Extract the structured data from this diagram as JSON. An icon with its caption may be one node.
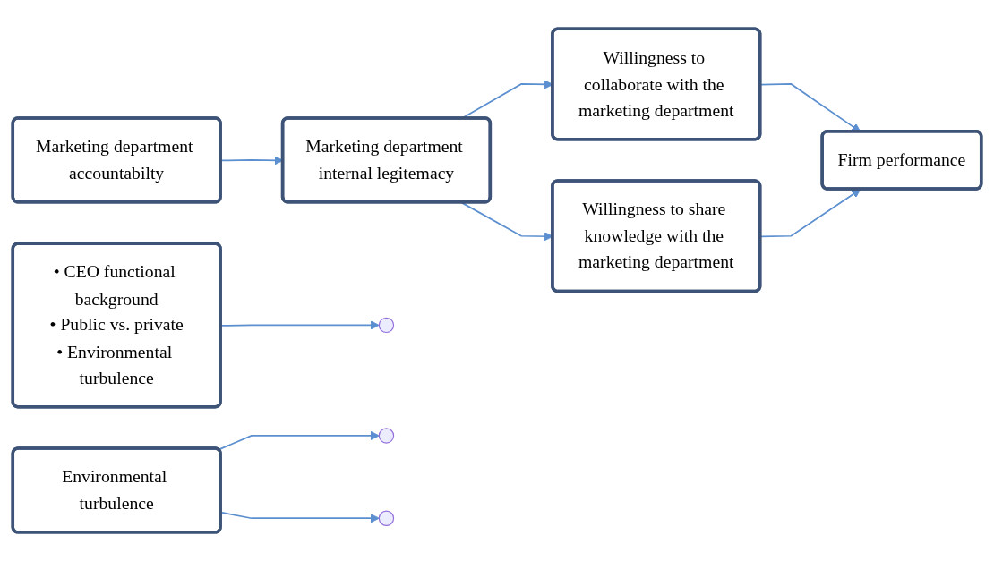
{
  "diagram": {
    "nodes": [
      {
        "text": [
          "• CEO functional background",
          "• Public vs. private",
          "• Environmental turbulence"
        ]
      },
      {
        "text": [
          "Marketing department accountabilty"
        ]
      },
      {
        "text": [
          "Marketing department internal legitemacy"
        ]
      },
      {
        "text": [
          "Willingness to collaborate with the marketing department"
        ]
      },
      {
        "text": [
          "Willingness to share knowledge with the marketing department"
        ]
      },
      {
        "text": [
          "Firm performance"
        ]
      },
      {
        "text": [
          "Environmental turbulence"
        ]
      }
    ],
    "edges": [
      {
        "from": 1,
        "to": 2,
        "arrow": "to"
      },
      {
        "from": 0,
        "to": null,
        "arrow": "to"
      },
      {
        "from": 2,
        "to": 3,
        "arrow": "to"
      },
      {
        "from": 2,
        "to": 4,
        "arrow": "to"
      },
      {
        "from": 3,
        "to": 5,
        "arrow": "to"
      },
      {
        "from": 4,
        "to": 5,
        "arrow": "to"
      },
      {
        "from": 6,
        "to": null,
        "arrow": "to"
      },
      {
        "from": 6,
        "to": null,
        "arrow": "to"
      }
    ]
  }
}
